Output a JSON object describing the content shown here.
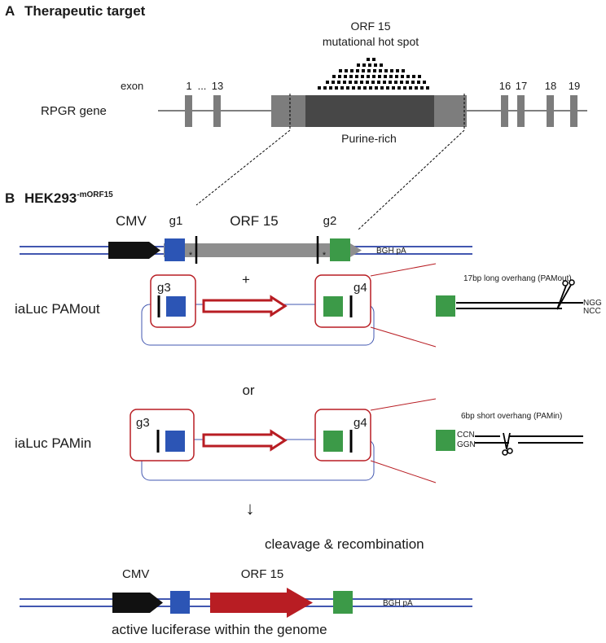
{
  "panel_a": {
    "letter": "A",
    "title": "Therapeutic target",
    "hotspot_line1": "ORF 15",
    "hotspot_line2": "mutational hot spot",
    "exon_label": "exon",
    "exon_1": "1",
    "exon_ellipsis": "...",
    "exon_13": "13",
    "exon_16": "16",
    "exon_17": "17",
    "exon_18": "18",
    "exon_19": "19",
    "gene_label": "RPGR gene",
    "purine_label": "Purine-rich"
  },
  "panel_b": {
    "letter": "B",
    "cell_line": "HEK293",
    "cell_line_sup": "-mORF15",
    "cmv": "CMV",
    "g1": "g1",
    "orf15": "ORF 15",
    "g2": "g2",
    "asterisk": "*",
    "bgh": "BGH pA",
    "plus": "+",
    "pamout_label": "iaLuc PAMout",
    "g3": "g3",
    "g4": "g4",
    "pamout_overhang": "17bp long overhang (PAMout)",
    "ngg": "NGG",
    "ncc": "NCC",
    "or": "or",
    "pamin_label": "iaLuc PAMin",
    "pamin_overhang": "6bp short overhang (PAMin)",
    "ccn": "CCN",
    "ggn": "GGN",
    "down_arrow": "↓",
    "cleavage": "cleavage & recombination",
    "result_cmv": "CMV",
    "result_orf15": "ORF 15",
    "result_bgh": "BGH pA",
    "result_caption": "active luciferase within the genome"
  },
  "colors": {
    "blue_box": "#2c55b5",
    "green_box": "#3c9a48",
    "red": "#b81d23",
    "dna_line": "#4257b0",
    "orf_gray": "#8e8e8e",
    "dark_gray": "#474747",
    "exon_gray": "#7c7c7c"
  }
}
